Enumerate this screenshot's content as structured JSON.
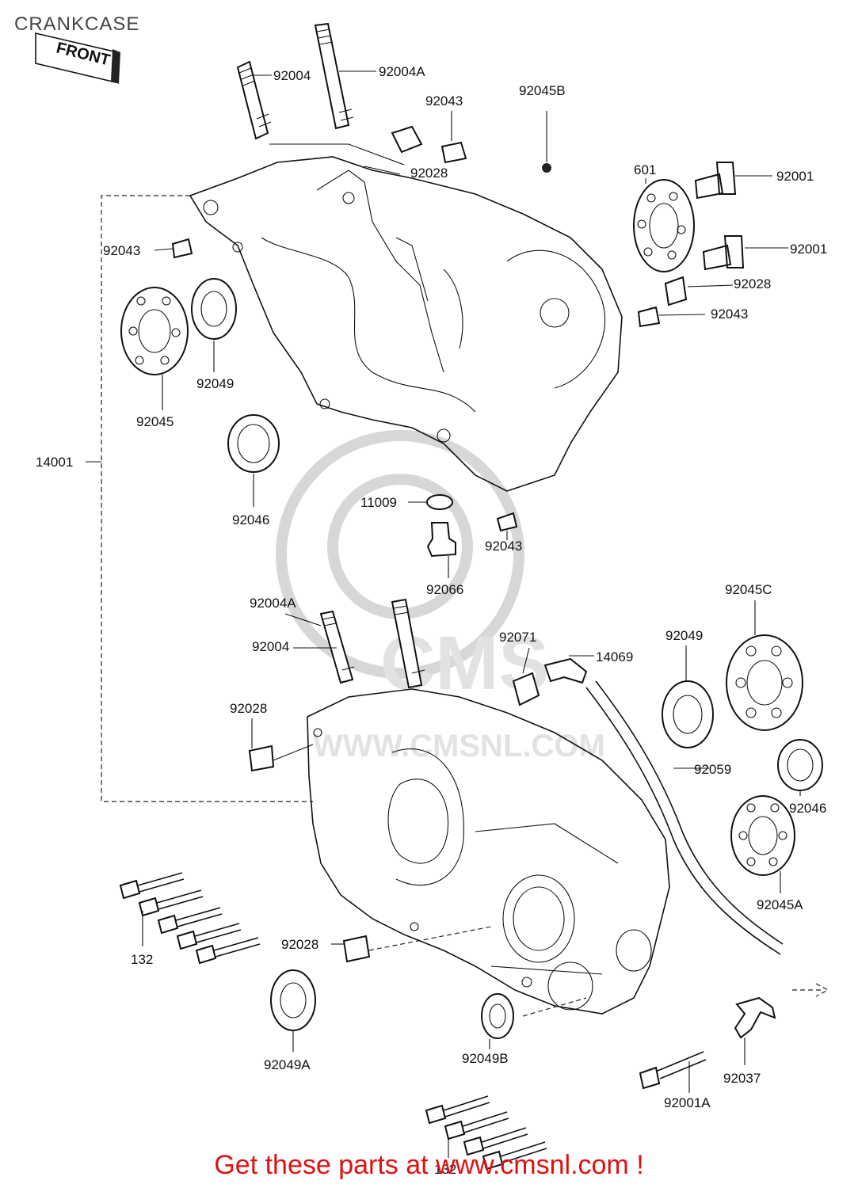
{
  "title": "CRANKCASE",
  "front_label": "FRONT",
  "watermark": "WWW.CMSNL.COM",
  "watermark_logo": "CMS",
  "footer_text": "Get these parts at www.cmsnl.com !",
  "labels": {
    "l92004": "92004",
    "l92004A_top": "92004A",
    "l92043_top": "92043",
    "l92045B": "92045B",
    "l92028_top": "92028",
    "l601": "601",
    "l92001_a": "92001",
    "l92001_b": "92001",
    "l92028_r": "92028",
    "l92043_r": "92043",
    "l92043_l": "92043",
    "l92049_l": "92049",
    "l92045_l": "92045",
    "l92046_l": "92046",
    "l14001": "14001",
    "l11009": "11009",
    "l92043_m": "92043",
    "l92066": "92066",
    "l92004A_lo": "92004A",
    "l92004_lo": "92004",
    "l92071": "92071",
    "l14069": "14069",
    "l92049_r": "92049",
    "l92045C": "92045C",
    "l92028_lo": "92028",
    "l92059": "92059",
    "l92046_r": "92046",
    "l92045A": "92045A",
    "l132_a": "132",
    "l92028_b": "92028",
    "l92049A": "92049A",
    "l92049B": "92049B",
    "l92037": "92037",
    "l92001A": "92001A",
    "l132_b": "132"
  }
}
